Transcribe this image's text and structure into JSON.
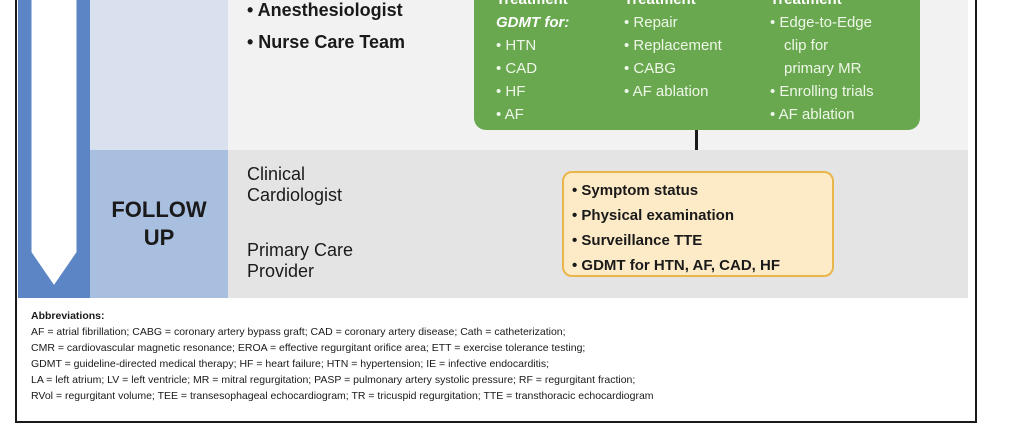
{
  "roles": [
    "• Anesthesiologist",
    "• Nurse Care Team"
  ],
  "treatment": {
    "col1_heading": "Treatment",
    "col1_subheading": "GDMT for:",
    "col1_items": [
      "• HTN",
      "• CAD",
      "• HF",
      "• AF"
    ],
    "col2_heading": "Treatment",
    "col2_items": [
      "• Repair",
      "• Replacement",
      "• CABG",
      "• AF ablation"
    ],
    "col3_heading": "Treatment",
    "col3_items": [
      "• Edge-to-Edge",
      "clip for",
      "primary MR",
      "• Enrolling trials",
      "• AF ablation"
    ]
  },
  "follow_up": {
    "label_line1": "FOLLOW",
    "label_line2": "UP",
    "provider1_line1": "Clinical",
    "provider1_line2": "Cardiologist",
    "provider2_line1": "Primary Care",
    "provider2_line2": "Provider",
    "items": [
      "• Symptom status",
      "• Physical examination",
      "• Surveillance TTE",
      "• GDMT for HTN, AF, CAD, HF"
    ]
  },
  "abbreviations": {
    "title": "Abbreviations:",
    "lines": [
      "AF = atrial fibrillation; CABG = coronary artery bypass graft; CAD = coronary artery disease; Cath = catheterization;",
      "CMR = cardiovascular magnetic resonance; EROA = effective regurgitant orifice area; ETT = exercise tolerance testing;",
      "GDMT = guideline-directed medical therapy; HF = heart failure; HTN = hypertension; IE = infective endocarditis;",
      "LA = left atrium; LV = left ventricle; MR = mitral regurgitation; PASP = pulmonary artery systolic pressure; RF = regurgitant fraction;",
      "RVol = regurgitant volume; TEE = transesophageal echocardiogram; TR = tricuspid regurgitation; TTE = transthoracic echocardiogram"
    ]
  },
  "colors": {
    "timeline_blue": "#5b85c4",
    "followup_label_blue": "#a9bfe0",
    "treatment_green": "#69a84f",
    "followup_box_fill": "#fdebc8",
    "followup_box_border": "#e8b64a"
  }
}
